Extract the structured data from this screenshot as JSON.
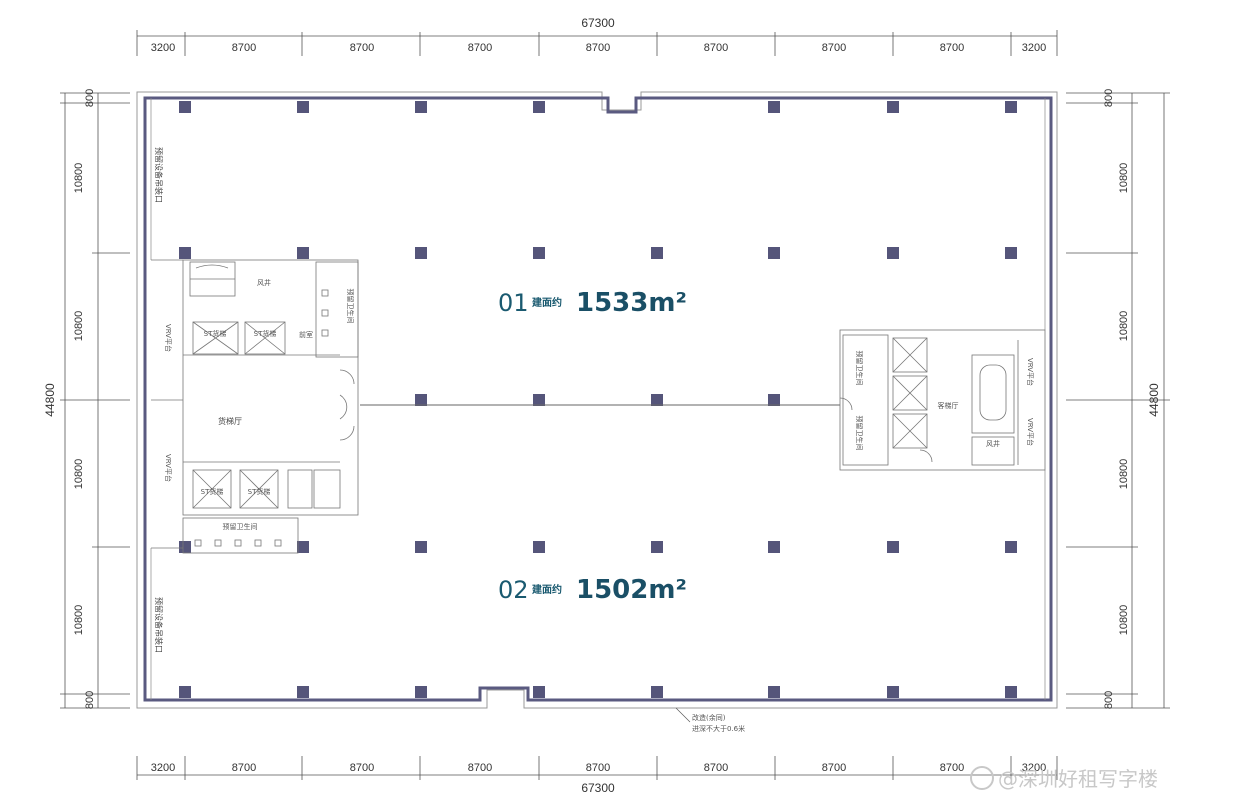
{
  "dimensions": {
    "top_total": "67300",
    "bottom_total": "67300",
    "bays": [
      "3200",
      "8700",
      "8700",
      "8700",
      "8700",
      "8700",
      "8700",
      "8700",
      "3200"
    ],
    "left_total": "44800",
    "right_total": "44800",
    "rows": [
      "800",
      "10800",
      "10800",
      "10800",
      "10800",
      "800"
    ]
  },
  "units": [
    {
      "num": "01",
      "label": "建面约",
      "area": "1533m²"
    },
    {
      "num": "02",
      "label": "建面约",
      "area": "1502m²"
    }
  ],
  "rooms": {
    "freight_hall": "货梯厅",
    "passenger_hall": "客梯厅",
    "fire_lift_a": "ST货梯",
    "fire_lift_b": "ST货梯",
    "fire_lift_c": "ST货梯",
    "fire_lift_d": "ST货梯",
    "front_room": "前室",
    "shaft_top": "风井",
    "shaft_right": "风井",
    "reserved_toilet_top": "预留卫生间",
    "reserved_toilet_left": "预留卫生间",
    "reserved_toilet_right_a": "预留卫生间",
    "reserved_toilet_right_b": "预留卫生间",
    "vrv_a": "VRV平台",
    "vrv_b": "VRV平台",
    "vrv_c": "VRV平台",
    "vrv_d": "VRV平台",
    "reserved_hoist_top": "预留设备吊装口",
    "reserved_hoist_bottom": "预留设备吊装口"
  },
  "annotation": {
    "line1": "改造(余同)",
    "line2": "进深不大于0.6米"
  },
  "watermark": "@深圳好租写字楼"
}
